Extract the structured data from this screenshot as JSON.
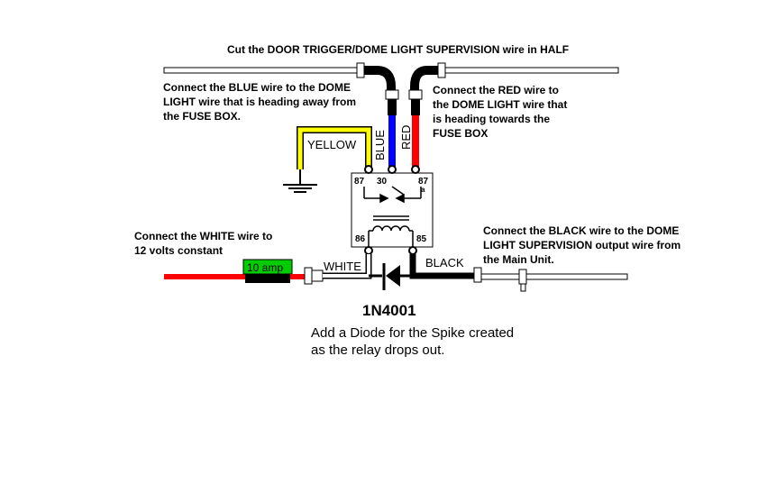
{
  "title": "Cut the DOOR TRIGGER/DOME LIGHT SUPERVISION wire in HALF",
  "notes": {
    "blue": [
      "Connect the BLUE wire to the DOME",
      "LIGHT wire that is heading away from",
      "the FUSE BOX."
    ],
    "red": [
      "Connect the RED wire to",
      "the DOME LIGHT wire that",
      "is heading towards the",
      "FUSE BOX"
    ],
    "white": [
      "Connect the WHITE wire to",
      "12 volts constant"
    ],
    "black": [
      "Connect the BLACK wire to the DOME",
      "LIGHT SUPERVISION output wire from",
      "the Main Unit."
    ]
  },
  "wire_labels": {
    "yellow": "YELLOW",
    "blue": "BLUE",
    "red": "RED",
    "white": "WHITE",
    "black": "BLACK"
  },
  "relay_pins": {
    "p87": "87",
    "p30": "30",
    "p87a": "87",
    "p87a_sub": "a",
    "p86": "86",
    "p85": "85"
  },
  "fuse_label": "10 amp",
  "diode": {
    "part": "1N4001",
    "caption": [
      "Add a Diode for the Spike created",
      "as the relay drops out."
    ]
  },
  "colors": {
    "red": "#ff0000",
    "blue": "#0000ff",
    "yellow": "#ffff00",
    "fuse": "#00cc00",
    "black": "#000000"
  }
}
